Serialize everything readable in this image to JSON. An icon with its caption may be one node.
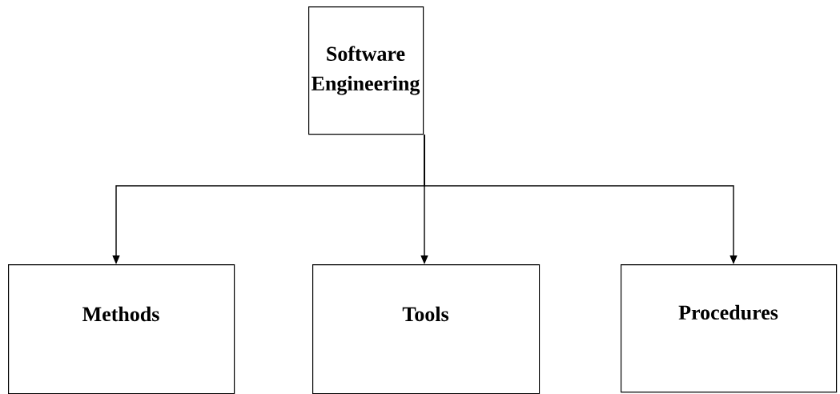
{
  "diagram": {
    "nodes": [
      {
        "text": [
          "Software Engineering"
        ]
      },
      {
        "text": [
          "Methods"
        ]
      },
      {
        "text": [
          "Tools"
        ]
      },
      {
        "text": [
          "Procedures"
        ]
      }
    ],
    "edges": [
      {
        "from": 0,
        "to": 1,
        "arrow": "to"
      },
      {
        "from": 0,
        "to": 2,
        "arrow": "to"
      },
      {
        "from": 0,
        "to": 3,
        "arrow": "to"
      }
    ]
  }
}
